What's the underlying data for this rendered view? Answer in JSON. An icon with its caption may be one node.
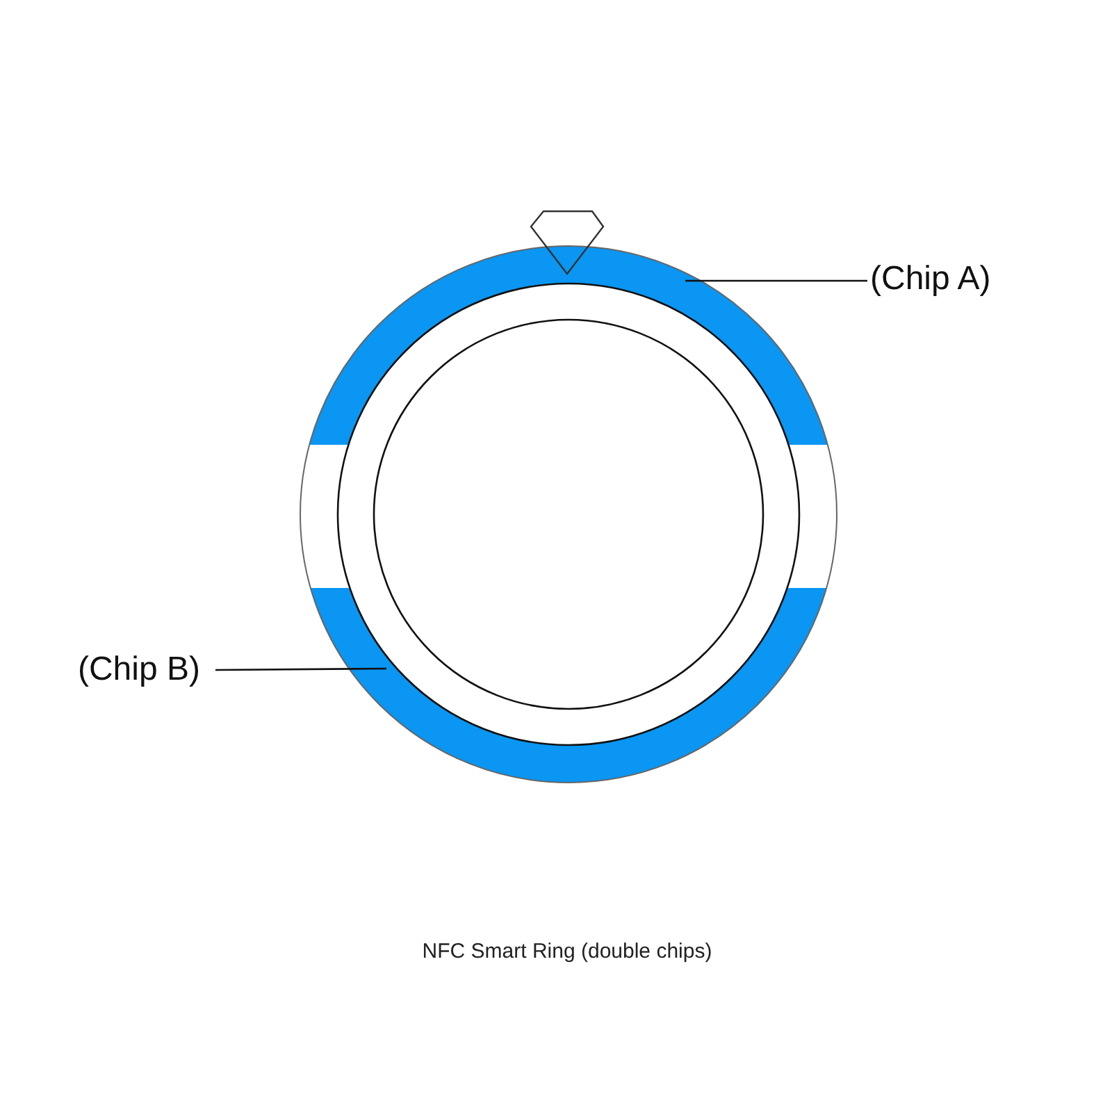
{
  "diagram": {
    "caption": "NFC Smart Ring (double chips)",
    "nodes": [
      {
        "text": [
          "(Chip A)"
        ]
      },
      {
        "text": [],
        "shape": "band"
      },
      {
        "text": [
          "(Chip B)"
        ]
      },
      {
        "text": [],
        "shape": "band"
      }
    ],
    "edges": [
      {
        "from": 0,
        "to": 1,
        "arrow": "none"
      },
      {
        "from": 2,
        "to": 3,
        "arrow": "none"
      }
    ]
  }
}
